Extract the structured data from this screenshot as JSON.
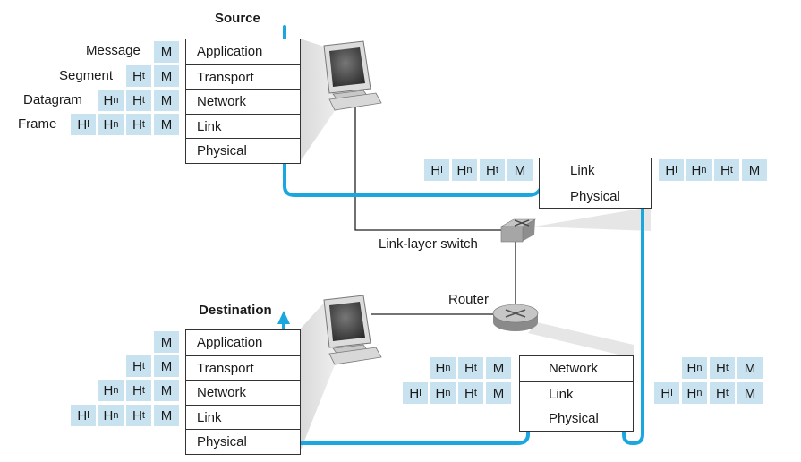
{
  "source": {
    "title": "Source",
    "layers": [
      "Application",
      "Transport",
      "Network",
      "Link",
      "Physical"
    ],
    "pdu_labels": [
      "Message",
      "Segment",
      "Datagram",
      "Frame"
    ]
  },
  "destination": {
    "title": "Destination",
    "layers": [
      "Application",
      "Transport",
      "Network",
      "Link",
      "Physical"
    ]
  },
  "switch": {
    "label": "Link-layer switch",
    "layers": [
      "Link",
      "Physical"
    ]
  },
  "router": {
    "label": "Router",
    "layers": [
      "Network",
      "Link",
      "Physical"
    ]
  },
  "headers": {
    "message": "M",
    "transport": "H",
    "transport_sub": "t",
    "network": "H",
    "network_sub": "n",
    "link": "H",
    "link_sub": "l"
  },
  "colors": {
    "path": "#1aa7e0",
    "header_bg": "#c9e2ef"
  },
  "icons": [
    "computer-icon",
    "switch-icon",
    "router-icon"
  ]
}
